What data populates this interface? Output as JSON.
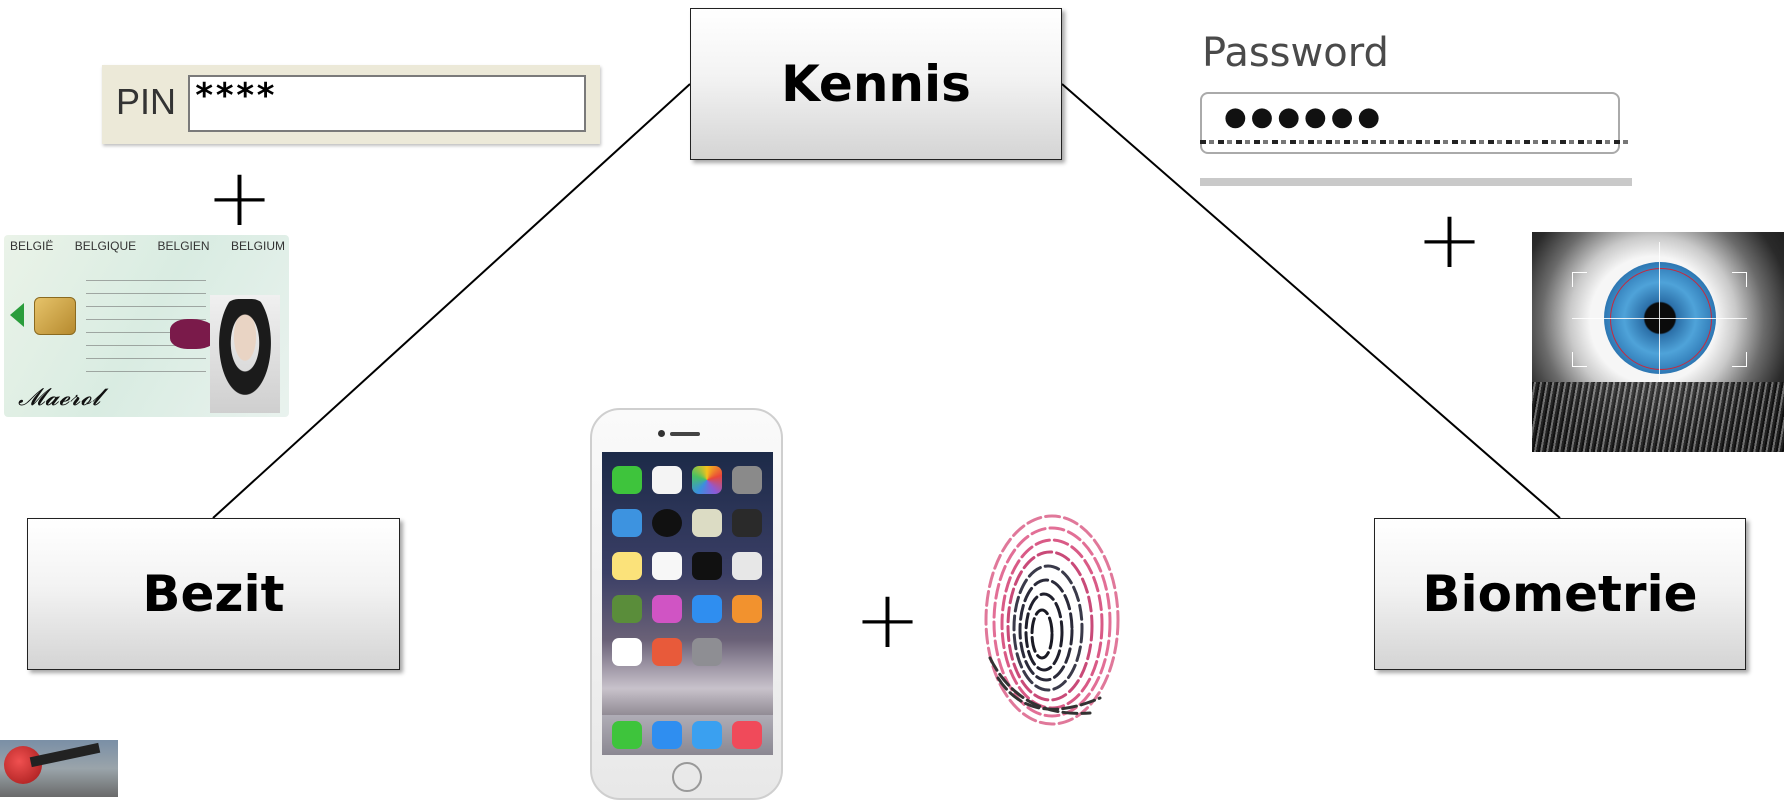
{
  "nodes": {
    "top": "Kennis",
    "left": "Bezit",
    "right": "Biometrie"
  },
  "pin": {
    "label": "PIN",
    "value": "****"
  },
  "password": {
    "label": "Password",
    "value": "●●●●●●"
  },
  "plus_symbol": "+",
  "id_card": {
    "header": [
      "BELGIË",
      "BELGIQUE",
      "BELGIEN",
      "BELGIUM"
    ]
  },
  "colors": {
    "edge": "#000000",
    "node_border": "#222222"
  }
}
